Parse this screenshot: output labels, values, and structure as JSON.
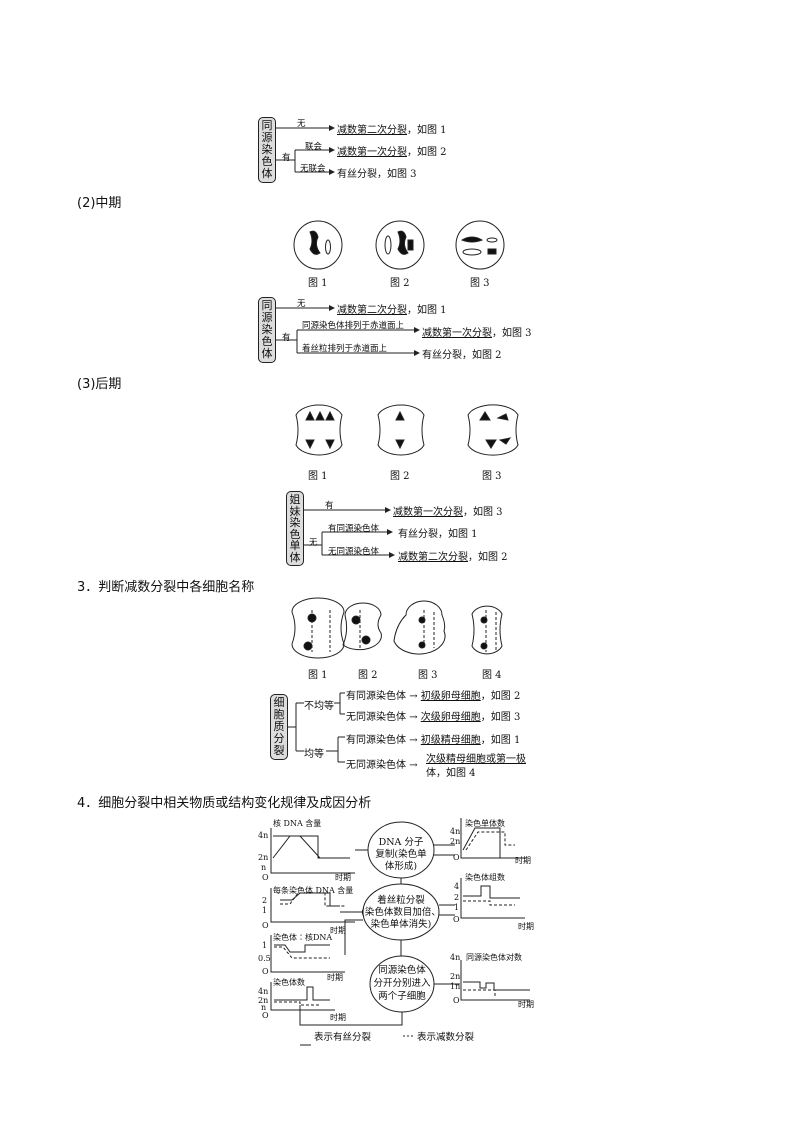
{
  "prophase_flow": {
    "root": "同源染色体",
    "no": "无",
    "yes": "有",
    "branch1": "联会",
    "branch2": "无联会",
    "r1": "减数第二次分裂",
    "r1s": "，如图 1",
    "r2": "减数第一次分裂",
    "r2s": "，如图 2",
    "r3": "有丝分裂，如图 3"
  },
  "metaphase": {
    "heading": "(2)中期",
    "figs": [
      "图 1",
      "图 2",
      "图 3"
    ],
    "flow": {
      "root": "同源染色体",
      "no": "无",
      "yes": "有",
      "branch1": "同源染色体排列于赤道面上",
      "branch2": "着丝粒排列于赤道面上",
      "r1": "减数第二次分裂",
      "r1s": "，如图 1",
      "r2": "减数第一次分裂",
      "r2s": "，如图 3",
      "r3": "有丝分裂，如图 2"
    }
  },
  "anaphase": {
    "heading": "(3)后期",
    "figs": [
      "图 1",
      "图 2",
      "图 3"
    ],
    "flow": {
      "root": "姐妹染色单体",
      "yes": "有",
      "no": "无",
      "branch1": "有同源染色体",
      "branch2": "无同源染色体",
      "r1": "减数第一次分裂",
      "r1s": "，如图 3",
      "r2": "有丝分裂，如图 1",
      "r3": "减数第二次分裂",
      "r3s": "，如图 2"
    }
  },
  "section3": {
    "heading": "3．判断减数分裂中各细胞名称",
    "figs": [
      "图 1",
      "图 2",
      "图 3",
      "图 4"
    ],
    "flow": {
      "root": "细胞质分裂",
      "unequal": "不均等",
      "equal": "均等",
      "has": "有同源染色体",
      "none": "无同源染色体",
      "arrow": "→",
      "r1": "初级卵母细胞",
      "r1s": "，如图 2",
      "r2": "次级卵母细胞",
      "r2s": "，如图 3",
      "r3": "初级精母细胞",
      "r3s": "，如图 1",
      "r4": "次级精母细胞或第一极",
      "r4b": "体，如图 4"
    }
  },
  "section4": {
    "heading": "4．细胞分裂中相关物质或结构变化规律及成因分析",
    "ellipses": {
      "e1": [
        "DNA 分子",
        "复制(染色单",
        "体形成)"
      ],
      "e2": [
        "着丝粒分裂",
        "(染色体数目加倍、",
        "染色单体消失)"
      ],
      "e3": [
        "同源染色体",
        "分开分别进入",
        "两个子细胞"
      ]
    },
    "graphs": {
      "g1": {
        "title": "核 DNA 含量",
        "ticks": [
          "4n",
          "2n",
          "n"
        ],
        "x": "时期",
        "o": "O"
      },
      "g2": {
        "title": "每条染色体 DNA 含量",
        "ticks": [
          "2",
          "1"
        ],
        "x": "时期",
        "o": "O"
      },
      "g3": {
        "title": "染色体∶核DNA",
        "ticks": [
          "1",
          "0.5"
        ],
        "x": "时期",
        "o": "O"
      },
      "g4": {
        "title": "染色体数",
        "ticks": [
          "4n",
          "2n",
          "n"
        ],
        "x": "时期",
        "o": "O"
      },
      "g5": {
        "title": "染色单体数",
        "ticks": [
          "4n",
          "2n"
        ],
        "x": "时期",
        "o": "O"
      },
      "g6": {
        "title": "染色体组数",
        "ticks": [
          "4",
          "2",
          "1"
        ],
        "x": "时期",
        "o": "O"
      },
      "g7": {
        "title": "同源染色体对数",
        "ticks": [
          "4n",
          "2n",
          "1n"
        ],
        "x": "时期",
        "o": "O"
      }
    },
    "legend": {
      "solid": "表示有丝分裂",
      "dashed": "表示减数分裂"
    }
  }
}
